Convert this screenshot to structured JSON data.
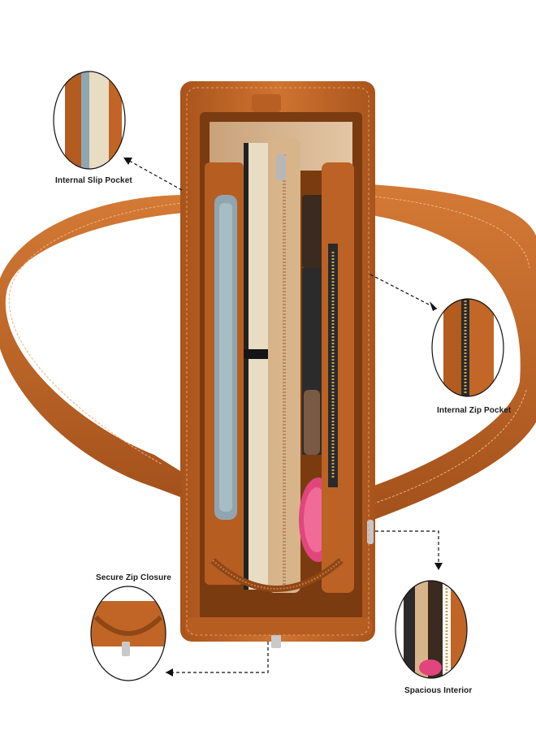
{
  "labels": {
    "internal_slip_pocket": "Internal Slip Pocket",
    "internal_zip_pocket": "Internal Zip Pocket",
    "secure_zip_closure": "Secure Zip Closure",
    "spacious_interior": "Spacious Interior"
  },
  "colors": {
    "leather": "#c2682a",
    "leather_dark": "#8f4716",
    "lining": "#d9b58f",
    "background": "#ffffff"
  },
  "icons": {
    "callout_arrow": "dashed-arrow"
  }
}
